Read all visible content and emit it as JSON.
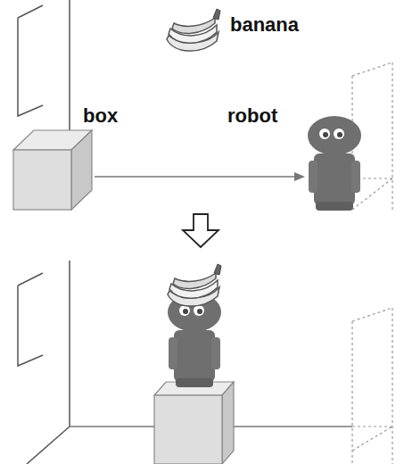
{
  "diagram": {
    "labels": [
      "banana",
      "box",
      "robot"
    ]
  }
}
